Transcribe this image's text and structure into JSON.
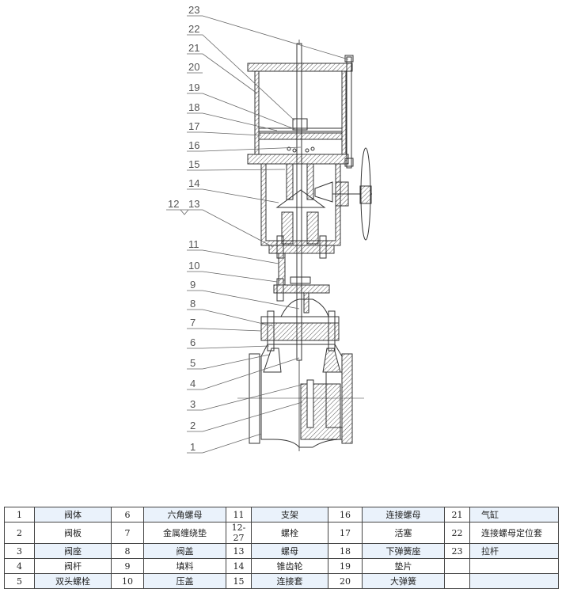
{
  "diagram": {
    "callouts": [
      "23",
      "22",
      "21",
      "20",
      "19",
      "18",
      "17",
      "16",
      "15",
      "14",
      "12",
      "13",
      "11",
      "10",
      "9",
      "8",
      "7",
      "6",
      "5",
      "4",
      "3",
      "2",
      "1"
    ]
  },
  "parts_table": {
    "rows": [
      [
        {
          "no": "1",
          "name": "阀体"
        },
        {
          "no": "6",
          "name": "六角螺母"
        },
        {
          "no": "11",
          "name": "支架"
        },
        {
          "no": "16",
          "name": "连接螺母"
        },
        {
          "no": "21",
          "name": "气缸"
        }
      ],
      [
        {
          "no": "2",
          "name": "阀板"
        },
        {
          "no": "7",
          "name": "金属缠绕垫"
        },
        {
          "no": "12-27",
          "name": "螺栓"
        },
        {
          "no": "17",
          "name": "活塞"
        },
        {
          "no": "22",
          "name": "连接螺母定位套"
        }
      ],
      [
        {
          "no": "3",
          "name": "阀座"
        },
        {
          "no": "8",
          "name": "阀盖"
        },
        {
          "no": "13",
          "name": "螺母"
        },
        {
          "no": "18",
          "name": "下弹簧座"
        },
        {
          "no": "23",
          "name": "拉杆"
        }
      ],
      [
        {
          "no": "4",
          "name": "阀杆"
        },
        {
          "no": "9",
          "name": "填料"
        },
        {
          "no": "14",
          "name": "锥齿轮"
        },
        {
          "no": "19",
          "name": "垫片"
        },
        {
          "no": "",
          "name": ""
        }
      ],
      [
        {
          "no": "5",
          "name": "双头螺栓"
        },
        {
          "no": "10",
          "name": "压盖"
        },
        {
          "no": "15",
          "name": "连接套"
        },
        {
          "no": "20",
          "name": "大弹簧"
        },
        {
          "no": "",
          "name": ""
        }
      ]
    ]
  }
}
